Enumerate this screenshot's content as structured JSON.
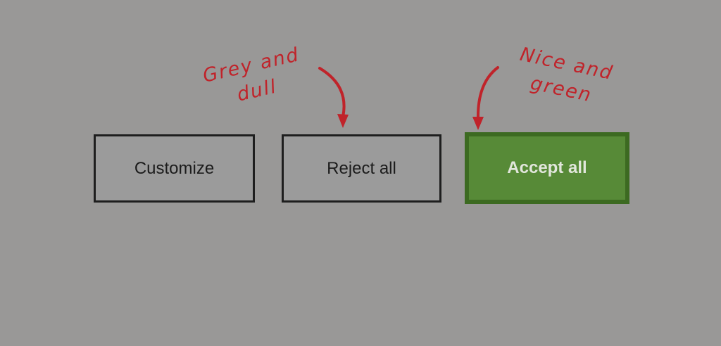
{
  "page": {
    "background": "#999897"
  },
  "colors": {
    "annotation_red": "#c0232a",
    "grey_button_border": "#1e1e1e",
    "grey_button_fill": "#9b9b9b",
    "grey_button_text": "#1c1c1c",
    "accept_button_fill": "#578a37",
    "accept_button_border": "#3c6a21",
    "accept_button_text": "#e2e6dc"
  },
  "buttons": [
    {
      "id": "customize",
      "label": "Customize",
      "variant": "grey"
    },
    {
      "id": "reject-all",
      "label": "Reject all",
      "variant": "grey"
    },
    {
      "id": "accept-all",
      "label": "Accept all",
      "variant": "green"
    }
  ],
  "annotations": [
    {
      "id": "grey-and-dull",
      "lines": [
        "Grey and",
        "dull"
      ]
    },
    {
      "id": "nice-and-green",
      "lines": [
        "Nice and",
        "green"
      ]
    }
  ]
}
